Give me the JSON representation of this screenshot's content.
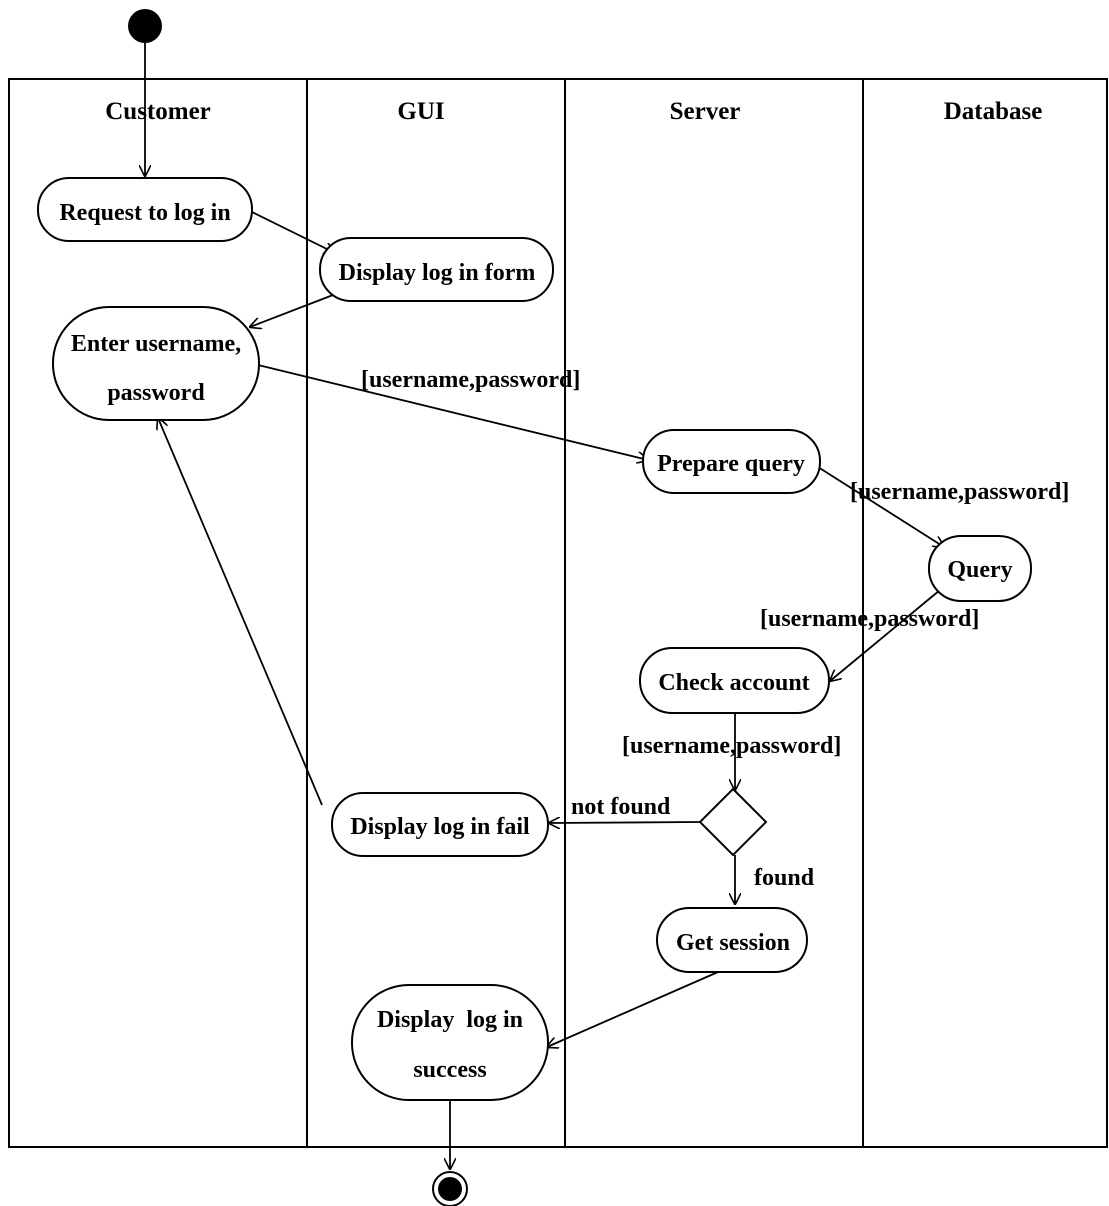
{
  "swimlanes": [
    {
      "id": "customer",
      "title": "Customer"
    },
    {
      "id": "gui",
      "title": "GUI"
    },
    {
      "id": "server",
      "title": "Server"
    },
    {
      "id": "database",
      "title": "Database"
    }
  ],
  "nodes": {
    "request_login": {
      "lines": [
        "Request to log in"
      ]
    },
    "display_form": {
      "lines": [
        "Display log in form"
      ]
    },
    "enter_credentials": {
      "lines": [
        "Enter username,",
        "password"
      ]
    },
    "prepare_query": {
      "lines": [
        "Prepare query"
      ]
    },
    "query": {
      "lines": [
        "Query"
      ]
    },
    "check_account": {
      "lines": [
        "Check account"
      ]
    },
    "display_fail": {
      "lines": [
        "Display log in fail"
      ]
    },
    "get_session": {
      "lines": [
        "Get session"
      ]
    },
    "display_success": {
      "lines": [
        "Display  log in",
        "success"
      ]
    }
  },
  "edge_labels": {
    "enter_to_prepare": "[username,password]",
    "prepare_to_query": "[username,password]",
    "query_to_check": "[username,password]",
    "check_to_decision": "[username,password]",
    "not_found": "not found",
    "found": "found"
  }
}
